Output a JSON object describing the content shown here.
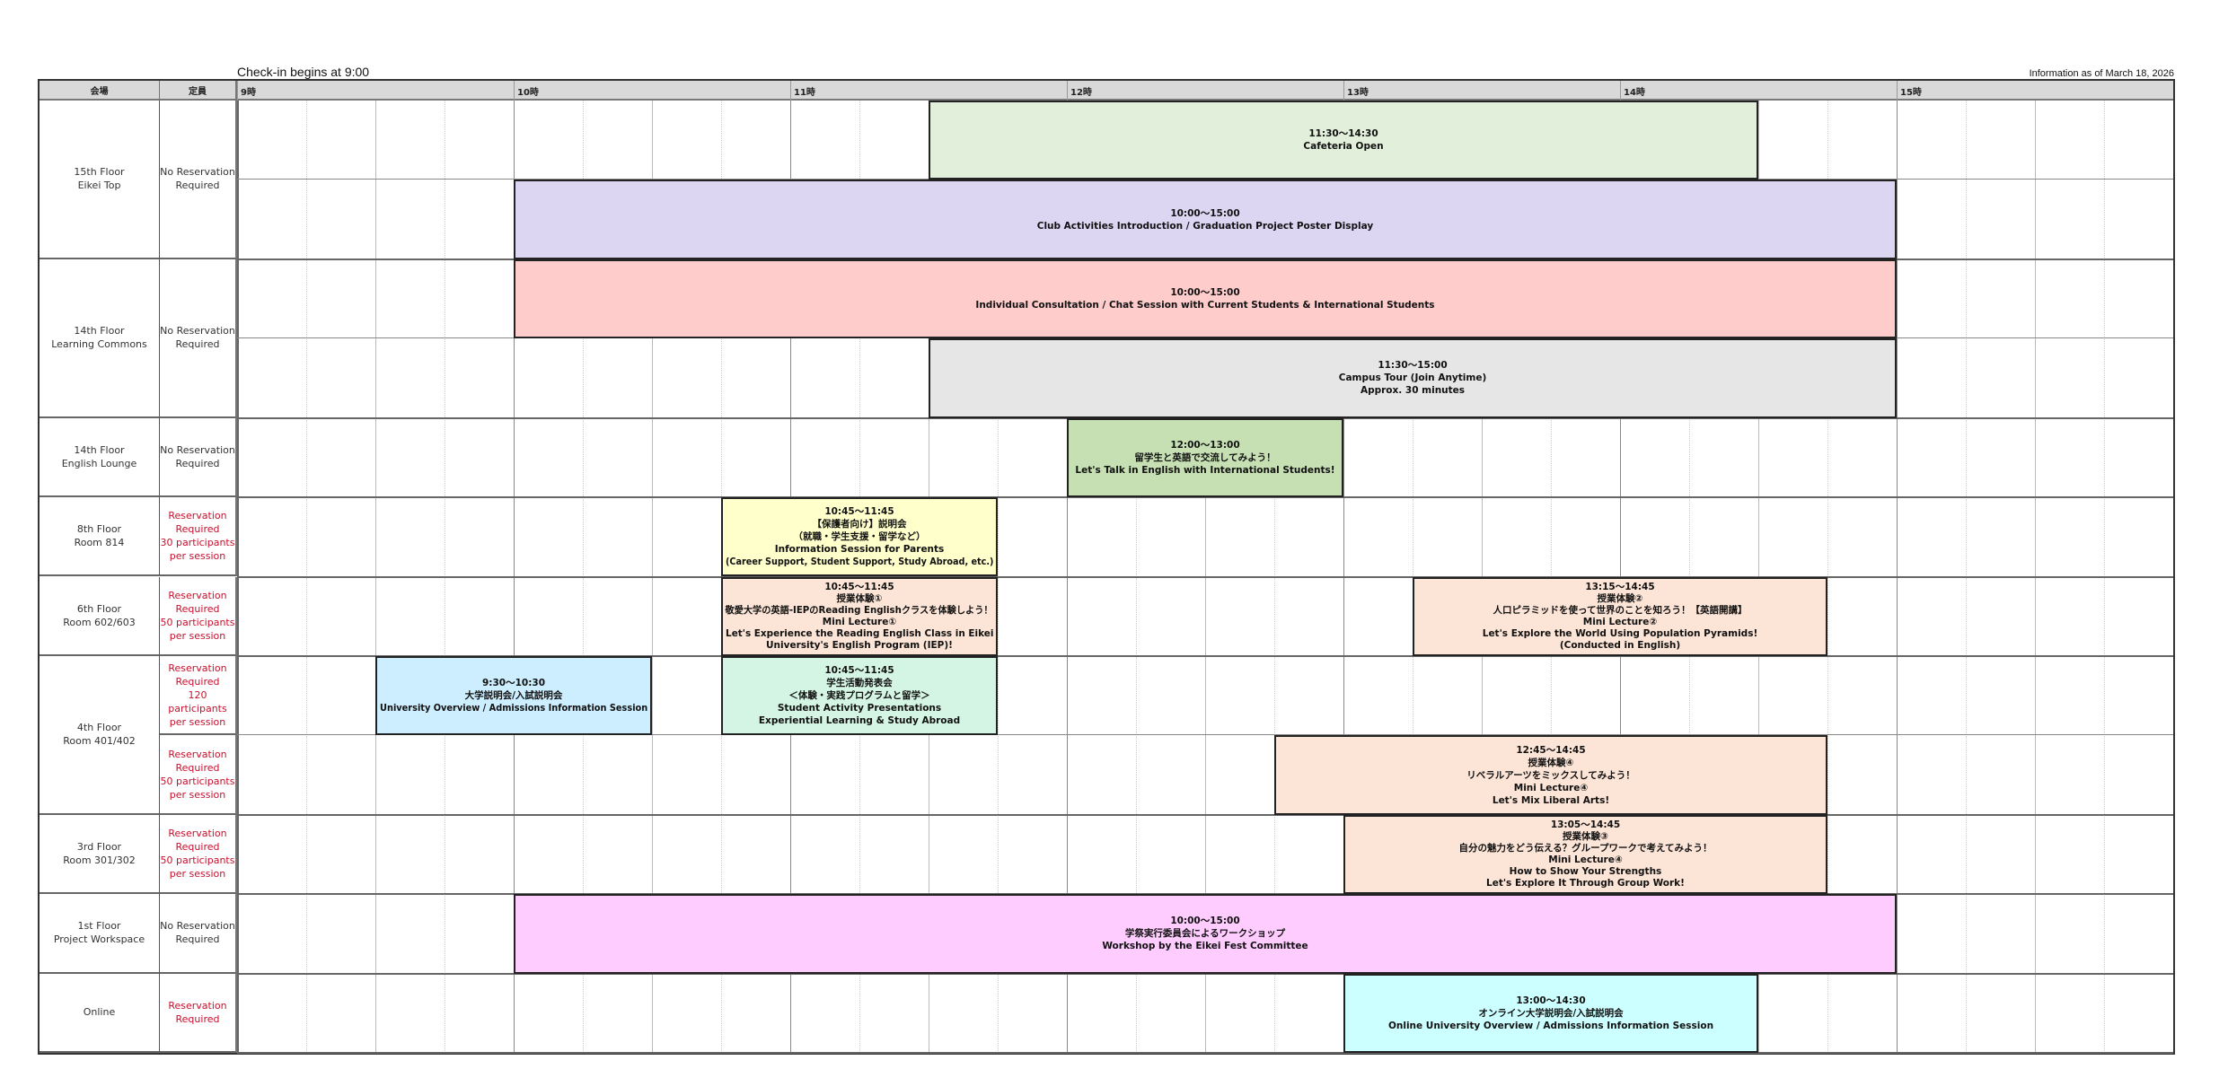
{
  "checkin_note": "Check-in begins at 9:00",
  "as_of": "Information as of March 18, 2026",
  "headers": {
    "venue": "会場",
    "capacity": "定員"
  },
  "hours": [
    "9時",
    "10時",
    "11時",
    "12時",
    "13時",
    "14時",
    "15時"
  ],
  "timeline": {
    "start": 9,
    "end": 16
  },
  "venues": [
    {
      "lines": [
        "15th Floor",
        "Eikei Top"
      ],
      "lanes": 2,
      "capacities": [
        {
          "lines": [
            "No Reservation",
            "Required"
          ],
          "lanes": 2,
          "reserve": false
        }
      ]
    },
    {
      "lines": [
        "14th Floor",
        "Learning Commons"
      ],
      "lanes": 2,
      "capacities": [
        {
          "lines": [
            "No Reservation",
            "Required"
          ],
          "lanes": 2,
          "reserve": false
        }
      ]
    },
    {
      "lines": [
        "14th Floor",
        "English Lounge"
      ],
      "lanes": 1,
      "capacities": [
        {
          "lines": [
            "No Reservation",
            "Required"
          ],
          "lanes": 1,
          "reserve": false
        }
      ]
    },
    {
      "lines": [
        "8th Floor",
        "Room 814"
      ],
      "lanes": 1,
      "capacities": [
        {
          "lines": [
            "Reservation",
            "Required",
            "30 participants",
            "per session"
          ],
          "lanes": 1,
          "reserve": true
        }
      ]
    },
    {
      "lines": [
        "6th Floor",
        "Room 602/603"
      ],
      "lanes": 1,
      "capacities": [
        {
          "lines": [
            "Reservation",
            "Required",
            "50 participants",
            "per session"
          ],
          "lanes": 1,
          "reserve": true
        }
      ]
    },
    {
      "lines": [
        "4th Floor",
        "Room 401/402"
      ],
      "lanes": 2,
      "capacities": [
        {
          "lines": [
            "Reservation",
            "Required",
            "120 participants",
            "per session"
          ],
          "lanes": 1,
          "reserve": true
        },
        {
          "lines": [
            "Reservation",
            "Required",
            "50 participants",
            "per session"
          ],
          "lanes": 1,
          "reserve": true
        }
      ]
    },
    {
      "lines": [
        "3rd Floor",
        "Room 301/302"
      ],
      "lanes": 1,
      "capacities": [
        {
          "lines": [
            "Reservation",
            "Required",
            "50 participants",
            "per session"
          ],
          "lanes": 1,
          "reserve": true
        }
      ]
    },
    {
      "lines": [
        "1st Floor",
        "Project Workspace"
      ],
      "lanes": 1,
      "capacities": [
        {
          "lines": [
            "No Reservation",
            "Required"
          ],
          "lanes": 1,
          "reserve": false
        }
      ]
    },
    {
      "lines": [
        "Online"
      ],
      "lanes": 1,
      "capacities": [
        {
          "lines": [
            "Reservation",
            "Required"
          ],
          "lanes": 1,
          "reserve": true
        }
      ]
    }
  ],
  "colors": {
    "reserve_text": "#c8102e"
  },
  "events": [
    {
      "lane": 0,
      "start": 11.5,
      "end": 14.5,
      "color": "#e2efda",
      "lines": [
        "11:30～14:30",
        "Cafeteria Open"
      ]
    },
    {
      "lane": 1,
      "start": 10,
      "end": 15,
      "color": "#dcd6f2",
      "lines": [
        "10:00～15:00",
        "Club Activities Introduction / Graduation Project Poster Display"
      ]
    },
    {
      "lane": 2,
      "start": 10,
      "end": 15,
      "color": "#ffcccc",
      "lines": [
        "10:00～15:00",
        "Individual Consultation / Chat Session with Current Students & International Students"
      ]
    },
    {
      "lane": 3,
      "start": 11.5,
      "end": 15,
      "color": "#e6e6e6",
      "lines": [
        "11:30～15:00",
        "Campus Tour (Join Anytime)",
        "Approx. 30 minutes"
      ]
    },
    {
      "lane": 4,
      "start": 12,
      "end": 13,
      "color": "#c6e0b4",
      "lines": [
        "12:00～13:00",
        "留学生と英語で交流してみよう！",
        "Let's Talk in English with International Students!"
      ]
    },
    {
      "lane": 5,
      "start": 10.75,
      "end": 11.75,
      "color": "#ffffcc",
      "lines": [
        "10:45～11:45",
        "【保護者向け】説明会",
        "（就職・学生支援・留学など）",
        "Information Session for Parents",
        "(Career Support, Student Support, Study Abroad, etc.)"
      ]
    },
    {
      "lane": 6,
      "start": 10.75,
      "end": 11.75,
      "color": "#fce4d6",
      "lines": [
        "10:45～11:45",
        "授業体験①",
        "敬愛大学の英語-IEPのReading Englishクラスを体験しよう！",
        "Mini Lecture①",
        "Let's Experience the Reading English Class in Eikei",
        "University's English Program (IEP)!"
      ]
    },
    {
      "lane": 6,
      "start": 13.25,
      "end": 14.75,
      "color": "#fce4d6",
      "lines": [
        "13:15～14:45",
        "授業体験②",
        "人口ピラミッドを使って世界のことを知ろう！【英語開講】",
        "Mini Lecture②",
        "Let's Explore the World Using Population Pyramids!",
        "(Conducted in English)"
      ]
    },
    {
      "lane": 7,
      "start": 9.5,
      "end": 10.5,
      "color": "#cceeff",
      "lines": [
        "9:30～10:30",
        "大学説明会/入試説明会",
        "University Overview / Admissions Information Session"
      ]
    },
    {
      "lane": 7,
      "start": 10.75,
      "end": 11.75,
      "color": "#d4f4e4",
      "lines": [
        "10:45～11:45",
        "学生活動発表会",
        "＜体験・実践プログラムと留学＞",
        "Student Activity Presentations",
        "Experiential Learning & Study Abroad"
      ]
    },
    {
      "lane": 8,
      "start": 12.75,
      "end": 14.75,
      "color": "#fce4d6",
      "lines": [
        "12:45～14:45",
        "授業体験④",
        "リベラルアーツをミックスしてみよう！",
        "Mini Lecture④",
        "Let's Mix Liberal Arts!"
      ]
    },
    {
      "lane": 9,
      "start": 13,
      "end": 14.75,
      "color": "#fce4d6",
      "lines": [
        "13:05～14:45",
        "授業体験③",
        "自分の魅力をどう伝える？グループワークで考えてみよう！",
        "Mini Lecture④",
        "How to Show Your Strengths",
        "Let's Explore It Through Group Work!"
      ]
    },
    {
      "lane": 10,
      "start": 10,
      "end": 15,
      "color": "#ffccff",
      "lines": [
        "10:00～15:00",
        "学祭実行委員会によるワークショップ",
        "Workshop by the Eikei Fest Committee"
      ]
    },
    {
      "lane": 11,
      "start": 13,
      "end": 14.5,
      "color": "#ccffff",
      "lines": [
        "13:00～14:30",
        "オンライン大学説明会/入試説明会",
        "Online University Overview / Admissions Information Session"
      ]
    }
  ]
}
